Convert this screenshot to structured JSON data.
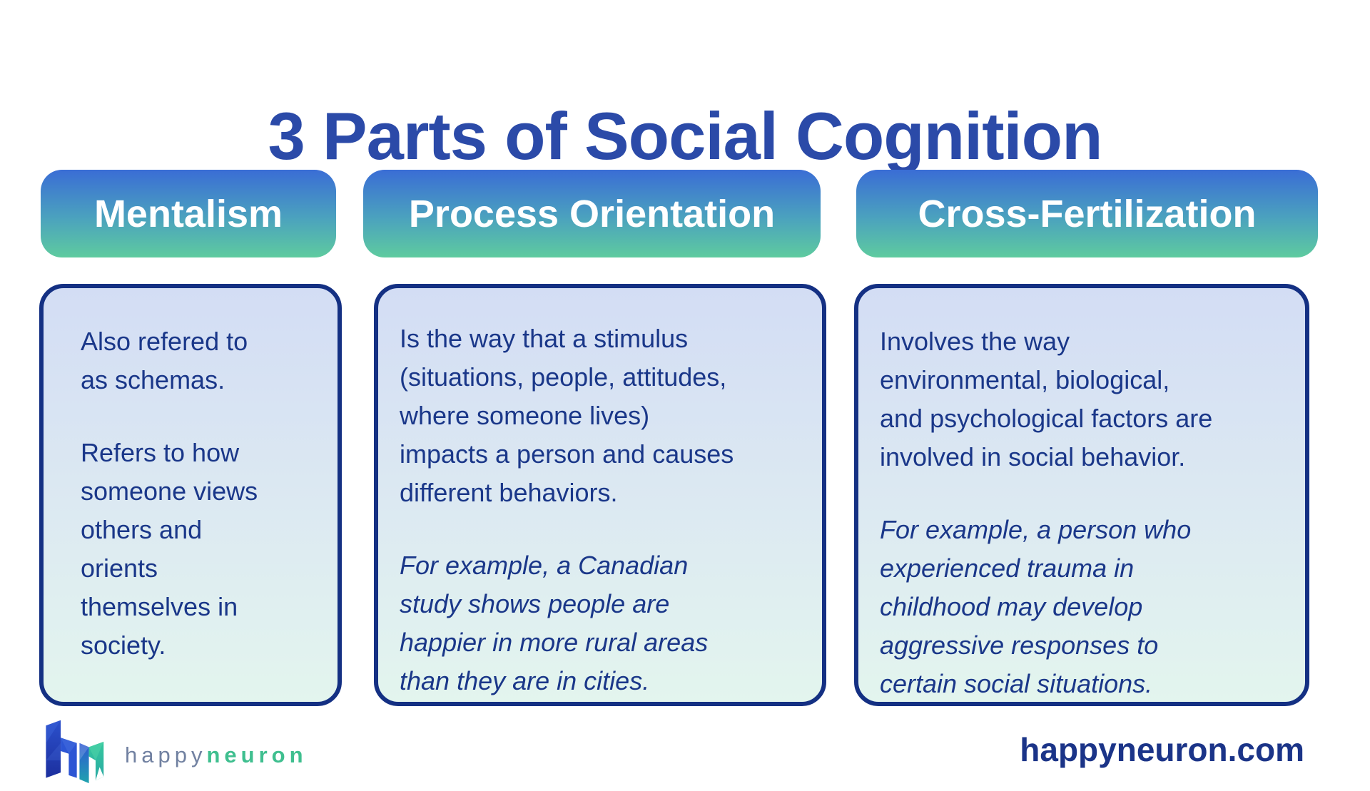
{
  "title": "3 Parts of Social Cognition",
  "columns": [
    {
      "header": "Mentalism",
      "paragraphs": [
        {
          "text": "Also refered to\nas schemas.",
          "italic": false
        },
        {
          "text": "Refers to how\nsomeone views\nothers and\norients\nthemselves in\nsociety.",
          "italic": false
        }
      ]
    },
    {
      "header": "Process Orientation",
      "paragraphs": [
        {
          "text": "Is the way that a stimulus\n(situations, people, attitudes,\nwhere someone lives)\nimpacts a person and causes\ndifferent behaviors.",
          "italic": false
        },
        {
          "text": "For example, a Canadian\nstudy shows people are\nhappier in more rural areas\nthan they are in cities.",
          "italic": true
        }
      ]
    },
    {
      "header": "Cross-Fertilization",
      "paragraphs": [
        {
          "text": "Involves the way\nenvironmental, biological,\nand psychological factors are\ninvolved in social behavior.",
          "italic": false
        },
        {
          "text": "For example, a person who\nexperienced trauma in\nchildhood may develop\naggressive responses to\ncertain social situations.",
          "italic": true
        }
      ]
    }
  ],
  "footer": {
    "logo_word_light": "happy",
    "logo_word_bold": "neuron",
    "website": "happyneuron.com"
  },
  "colors": {
    "title": "#2b4aa8",
    "pill_gradient_top": "#3a6dd5",
    "pill_gradient_mid": "#4ba2be",
    "pill_gradient_bottom": "#5ecb9f",
    "card_border": "#143083",
    "card_bg_top": "#d3ddf4",
    "card_bg_mid": "#dce9f2",
    "card_bg_bottom": "#e3f5ee",
    "body_text": "#1a3789",
    "logo_happy": "#7181a1",
    "logo_neuron": "#3fbf8f",
    "site_text": "#1b3488"
  }
}
